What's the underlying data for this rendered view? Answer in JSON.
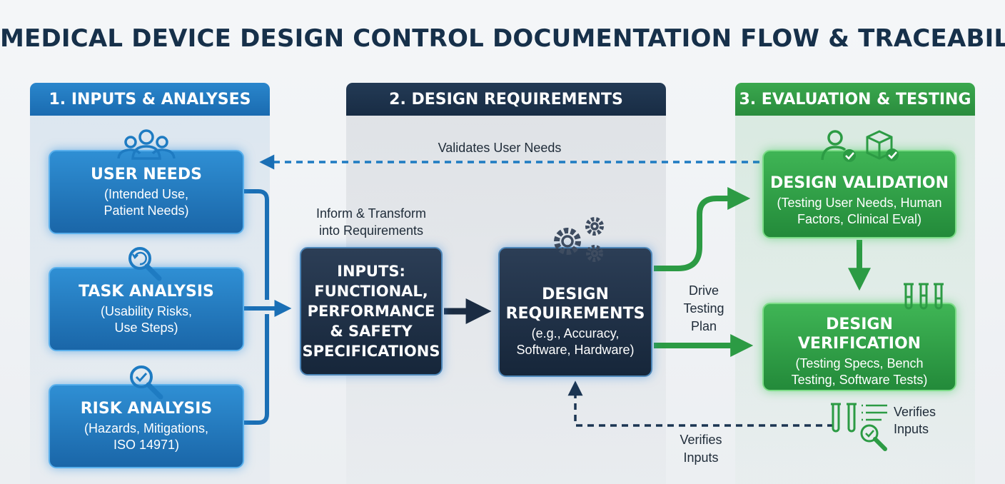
{
  "title": "MEDICAL DEVICE DESIGN CONTROL DOCUMENTATION FLOW & TRACEABILITY",
  "columns": [
    {
      "label": "1. INPUTS & ANALYSES"
    },
    {
      "label": "2. DESIGN REQUIREMENTS"
    },
    {
      "label": "3. EVALUATION & TESTING"
    }
  ],
  "boxes": {
    "user_needs": {
      "title": "USER NEEDS",
      "line1": "(Intended Use,",
      "line2": "Patient Needs)"
    },
    "task_analysis": {
      "title": "TASK ANALYSIS",
      "line1": "(Usability Risks,",
      "line2": "Use Steps)"
    },
    "risk_analysis": {
      "title": "RISK ANALYSIS",
      "line1": "(Hazards, Mitigations,",
      "line2": "ISO 14971)"
    },
    "inputs": {
      "line1": "INPUTS:",
      "line2": "FUNCTIONAL,",
      "line3": "PERFORMANCE",
      "line4": "& SAFETY",
      "line5": "SPECIFICATIONS"
    },
    "design_req": {
      "title1": "DESIGN",
      "title2": "REQUIREMENTS",
      "line1": "(e.g., Accuracy,",
      "line2": "Software, Hardware)"
    },
    "validation": {
      "title": "DESIGN VALIDATION",
      "line1": "(Testing User Needs, Human",
      "line2": "Factors, Clinical Eval)"
    },
    "verification": {
      "title": "DESIGN VERIFICATION",
      "line1": "(Testing Specs, Bench",
      "line2": "Testing, Software Tests)"
    }
  },
  "labels": {
    "validates": "Validates User Needs",
    "inform1": "Inform & Transform",
    "inform2": "into Requirements",
    "drive1": "Drive",
    "drive2": "Testing",
    "drive3": "Plan",
    "verifies_bottom1": "Verifies",
    "verifies_bottom2": "Inputs",
    "verifies_right1": "Verifies",
    "verifies_right2": "Inputs"
  },
  "colors": {
    "blue": "#1f78c1",
    "navy": "#1a2d45",
    "green": "#2e9a44"
  },
  "icons": [
    "users-icon",
    "magnifier-refresh-icon",
    "magnifier-check-icon",
    "gears-icon",
    "user-check-icon",
    "package-check-icon",
    "test-tubes-icon",
    "test-tubes-checklist-icon"
  ]
}
